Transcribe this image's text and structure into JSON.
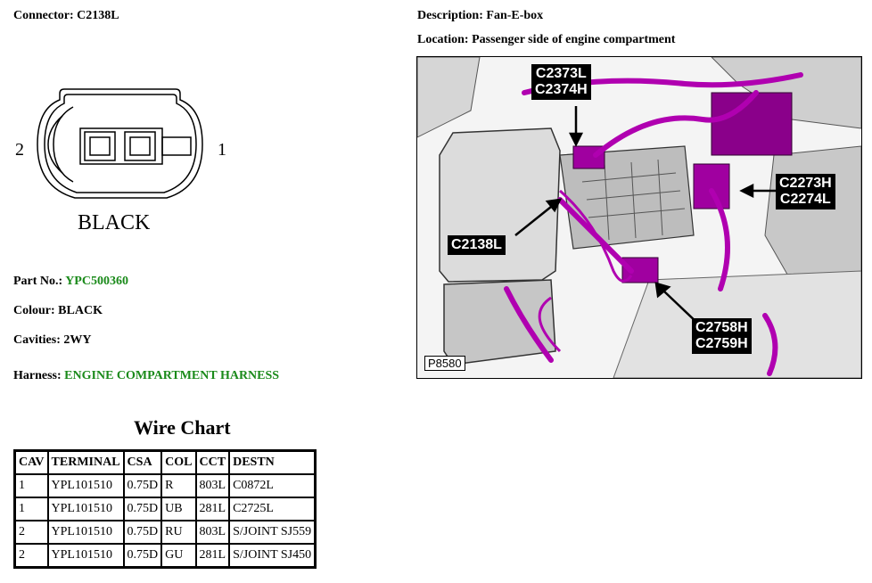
{
  "connector": {
    "label": "Connector:",
    "value": "C2138L"
  },
  "description": {
    "label": "Description:",
    "value": "Fan-E-box"
  },
  "location": {
    "label": "Location:",
    "value": "Passenger side of engine compartment"
  },
  "diagram": {
    "pin_left": "2",
    "pin_right": "1",
    "colour_caption": "BLACK"
  },
  "part_no": {
    "label": "Part No.:",
    "value": "YPC500360",
    "value_color": "#1a8a1a"
  },
  "colour": {
    "label": "Colour:",
    "value": "BLACK"
  },
  "cavities": {
    "label": "Cavities:",
    "value": "2WY"
  },
  "harness": {
    "label": "Harness:",
    "value": "ENGINE COMPARTMENT HARNESS",
    "value_color": "#1a8a1a"
  },
  "wire_chart": {
    "title": "Wire Chart",
    "headers": [
      "CAV",
      "TERMINAL",
      "CSA",
      "COL",
      "CCT",
      "DESTN"
    ],
    "rows": [
      [
        "1",
        "YPL101510",
        "0.75D",
        "R",
        "803L",
        "C0872L"
      ],
      [
        "1",
        "YPL101510",
        "0.75D",
        "UB",
        "281L",
        "C2725L"
      ],
      [
        "2",
        "YPL101510",
        "0.75D",
        "RU",
        "803L",
        "S/JOINT SJ559"
      ],
      [
        "2",
        "YPL101510",
        "0.75D",
        "GU",
        "281L",
        "S/JOINT SJ450"
      ]
    ]
  },
  "photo": {
    "id_label": "P8580",
    "callouts": {
      "c2373": "C2373L",
      "c2374": "C2374H",
      "c2273": "C2273H",
      "c2274": "C2274L",
      "c2138": "C2138L",
      "c2758": "C2758H",
      "c2759": "C2759H"
    },
    "harness_color": "#b000b0"
  }
}
